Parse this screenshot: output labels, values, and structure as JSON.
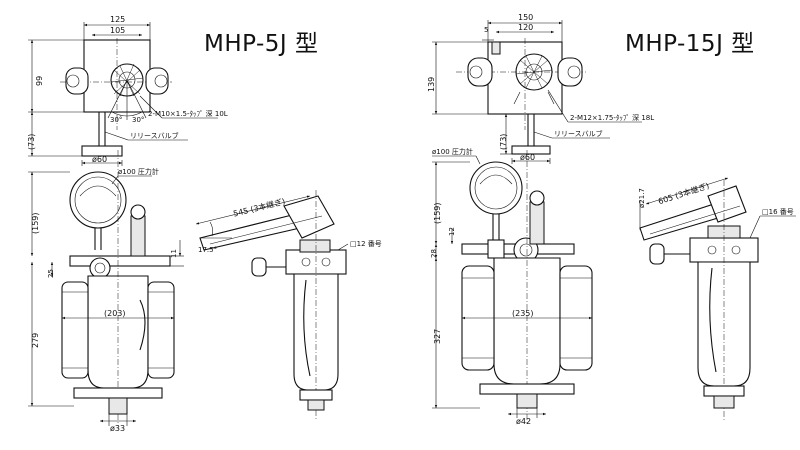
{
  "titles": {
    "left": "MHP-5J 型",
    "right": "MHP-15J 型"
  },
  "mhp5j": {
    "top_view": {
      "width_125": "125",
      "width_105": "105",
      "height_99": "99",
      "height_73": "(73)",
      "angle_a": "30°",
      "angle_b": "30°",
      "tap_note": "2-M10×1.5-ﾀｯﾌﾟ 深 10L",
      "release_valve": "リリースバルブ",
      "base_dia": "ø60"
    },
    "front_view": {
      "gauge_note": "ø100 圧力計",
      "height_159": "(159)",
      "height_279": "279",
      "dim_11": "11",
      "dim_25": "25",
      "tank_width": "(203)",
      "bottom_dia": "ø33"
    },
    "side_view": {
      "handle_len": "545 (3本継ぎ)",
      "angle": "17.5°",
      "port_note": "□12 番号"
    }
  },
  "mhp15j": {
    "top_view": {
      "width_150": "150",
      "width_120": "120",
      "dim_5": "5",
      "height_139": "139",
      "height_73": "(73)",
      "tap_note": "2-M12×1.75-ﾀｯﾌﾟ 深 18L",
      "release_valve": "リリースバルブ",
      "base_dia": "ø60"
    },
    "front_view": {
      "gauge_note": "ø100 圧力計",
      "height_159": "(159)",
      "dim_12": "12",
      "dim_28": "28",
      "height_327": "327",
      "tank_width": "(235)",
      "bottom_dia": "ø42"
    },
    "side_view": {
      "handle_len": "605 (3本継ぎ)",
      "dia_21_7": "ø21.7",
      "port_note": "□16 番号"
    }
  }
}
